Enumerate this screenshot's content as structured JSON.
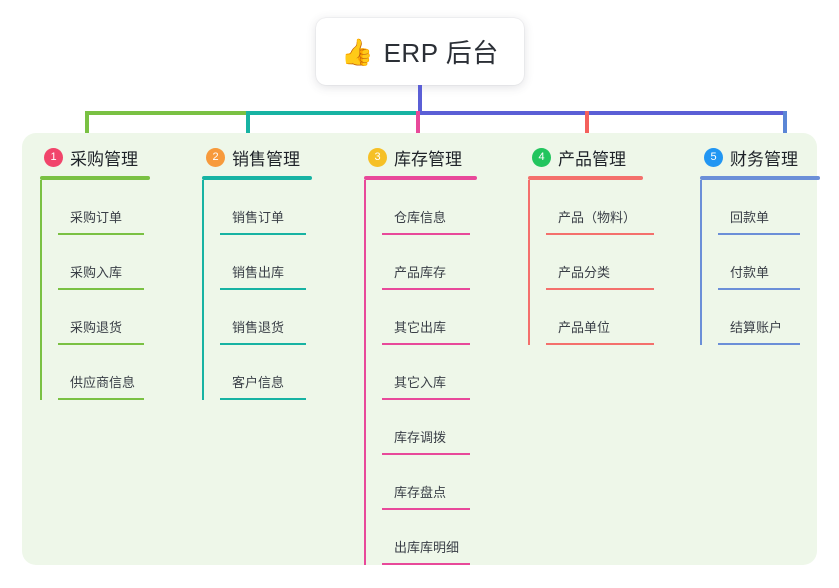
{
  "root": {
    "icon": "thumbs-up-icon",
    "emoji": "👍",
    "title": "ERP 后台"
  },
  "palette": {
    "panel_bg": "#eef7e9",
    "page_bg": "#ffffff",
    "stem": "#5b5fd6",
    "text": "#1f2329",
    "leaf_text": "#3a3f47"
  },
  "columns": [
    {
      "number": "1",
      "title": "采购管理",
      "badge_color": "#f1456b",
      "line_color": "#7ac143",
      "items": [
        {
          "label": "采购订单"
        },
        {
          "label": "采购入库"
        },
        {
          "label": "采购退货"
        },
        {
          "label": "供应商信息"
        }
      ]
    },
    {
      "number": "2",
      "title": "销售管理",
      "badge_color": "#f79a3c",
      "line_color": "#17b3a3",
      "items": [
        {
          "label": "销售订单"
        },
        {
          "label": "销售出库"
        },
        {
          "label": "销售退货"
        },
        {
          "label": "客户信息"
        }
      ]
    },
    {
      "number": "3",
      "title": "库存管理",
      "badge_color": "#f6c026",
      "line_color": "#e8499a",
      "items": [
        {
          "label": "仓库信息"
        },
        {
          "label": "产品库存"
        },
        {
          "label": "其它出库"
        },
        {
          "label": "其它入库"
        },
        {
          "label": "库存调拨"
        },
        {
          "label": "库存盘点"
        },
        {
          "label": "出库库明细"
        }
      ]
    },
    {
      "number": "4",
      "title": "产品管理",
      "badge_color": "#22c55e",
      "line_color": "#f4706c",
      "items": [
        {
          "label": "产品（物料）"
        },
        {
          "label": "产品分类"
        },
        {
          "label": "产品单位"
        }
      ]
    },
    {
      "number": "5",
      "title": "财务管理",
      "badge_color": "#2196f3",
      "line_color": "#6b8fd8",
      "items": [
        {
          "label": "回款单"
        },
        {
          "label": "付款单"
        },
        {
          "label": "结算账户"
        }
      ]
    }
  ]
}
